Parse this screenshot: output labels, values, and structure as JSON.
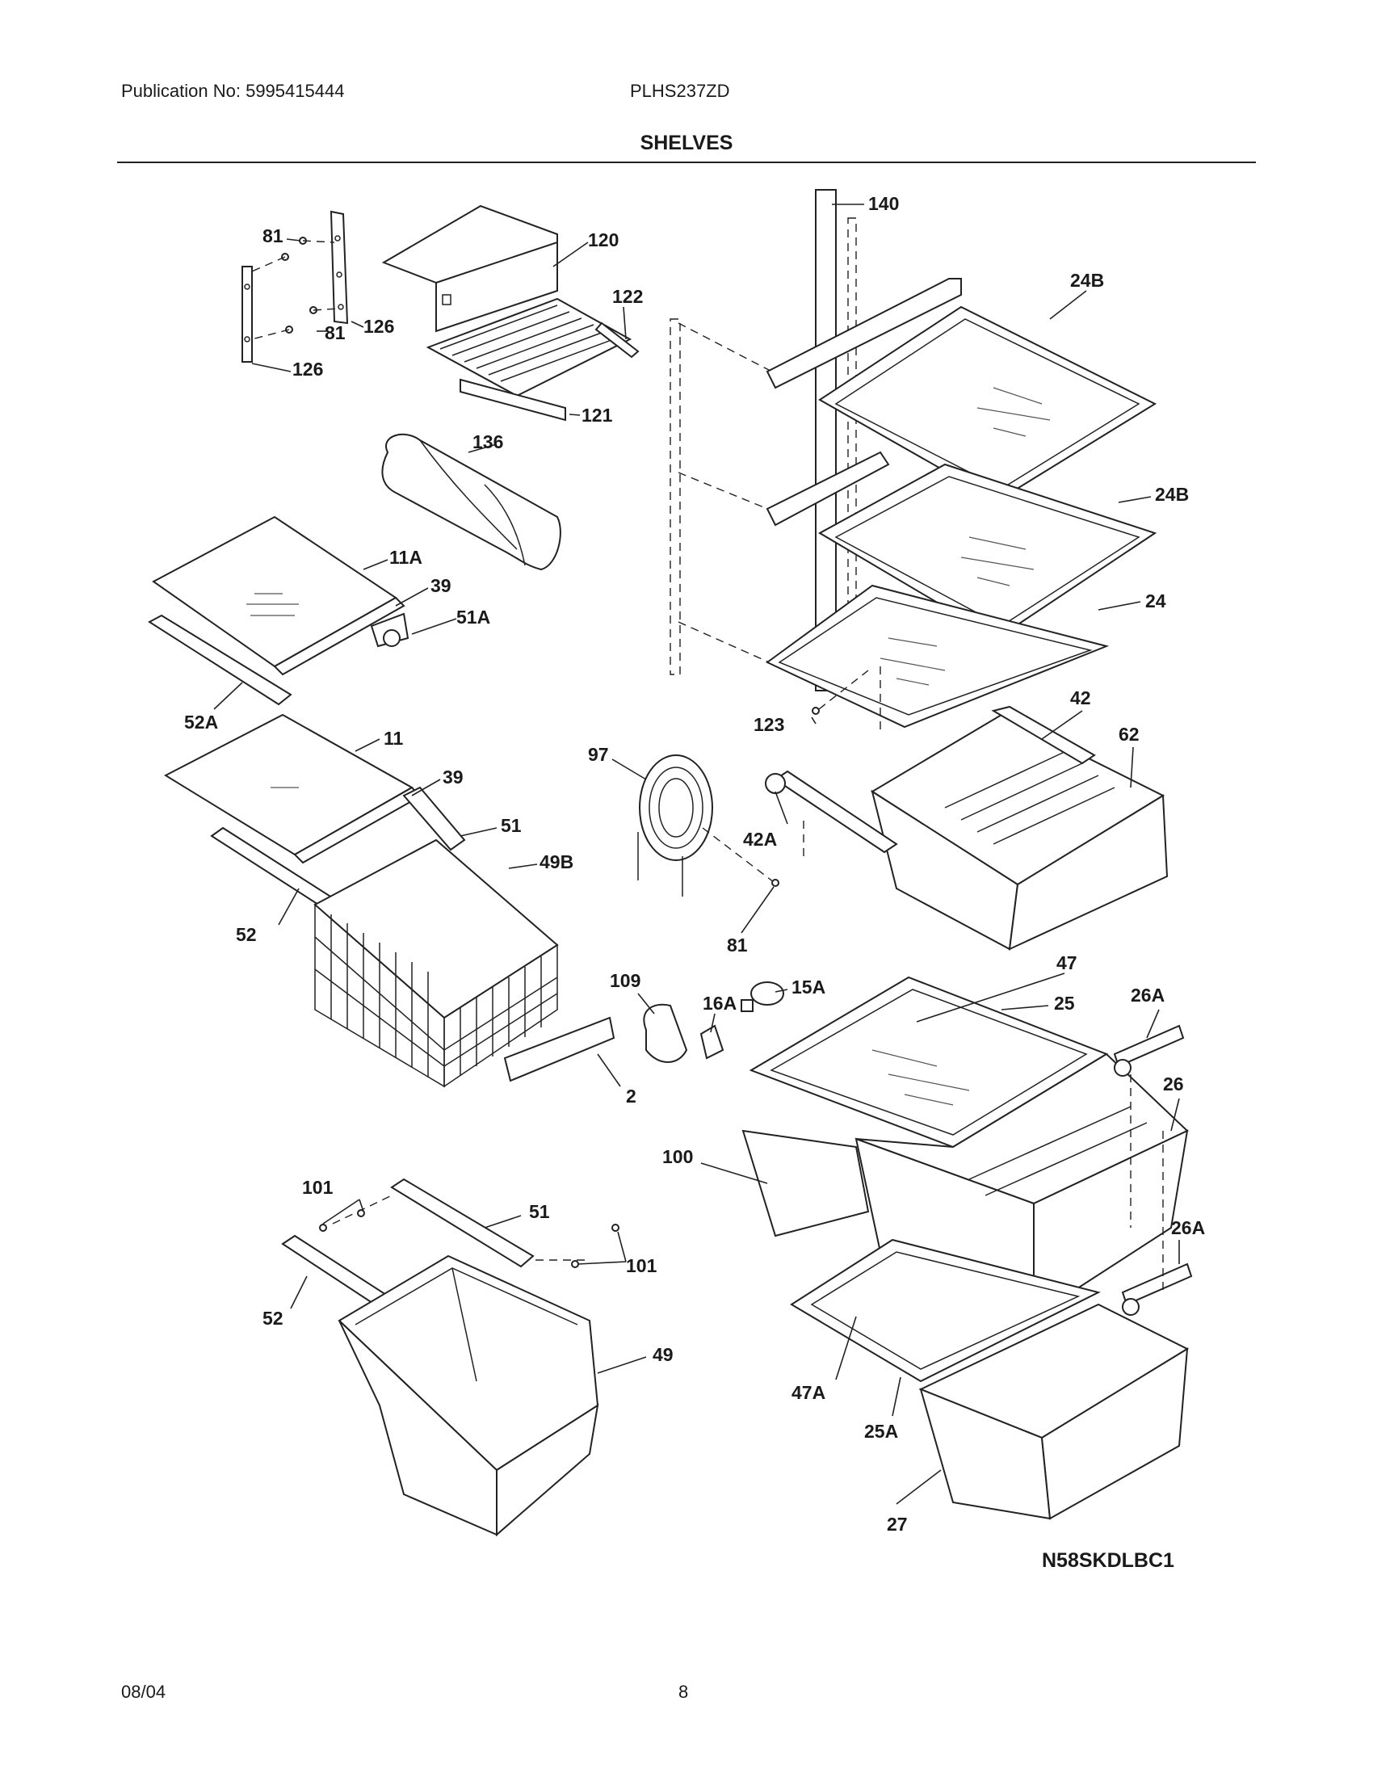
{
  "header": {
    "publication": "Publication No: 5995415444",
    "model": "PLHS237ZD",
    "title": "SHELVES"
  },
  "footer": {
    "date": "08/04",
    "page": "8",
    "diagram_code": "N58SKDLBC1"
  },
  "callouts": [
    {
      "id": "c81a",
      "label": "81"
    },
    {
      "id": "c81b",
      "label": "81"
    },
    {
      "id": "c126a",
      "label": "126"
    },
    {
      "id": "c126b",
      "label": "126"
    },
    {
      "id": "c120",
      "label": "120"
    },
    {
      "id": "c122",
      "label": "122"
    },
    {
      "id": "c121",
      "label": "121"
    },
    {
      "id": "c136",
      "label": "136"
    },
    {
      "id": "c11A",
      "label": "11A"
    },
    {
      "id": "c39a",
      "label": "39"
    },
    {
      "id": "c51A",
      "label": "51A"
    },
    {
      "id": "c52A",
      "label": "52A"
    },
    {
      "id": "c11",
      "label": "11"
    },
    {
      "id": "c39b",
      "label": "39"
    },
    {
      "id": "c51a",
      "label": "51"
    },
    {
      "id": "c49B",
      "label": "49B"
    },
    {
      "id": "c52a",
      "label": "52"
    },
    {
      "id": "c97",
      "label": "97"
    },
    {
      "id": "c81c",
      "label": "81"
    },
    {
      "id": "c109",
      "label": "109"
    },
    {
      "id": "c16A",
      "label": "16A"
    },
    {
      "id": "c15A",
      "label": "15A"
    },
    {
      "id": "c2",
      "label": "2"
    },
    {
      "id": "c140",
      "label": "140"
    },
    {
      "id": "c24Ba",
      "label": "24B"
    },
    {
      "id": "c24Bb",
      "label": "24B"
    },
    {
      "id": "c24",
      "label": "24"
    },
    {
      "id": "c123",
      "label": "123"
    },
    {
      "id": "c42",
      "label": "42"
    },
    {
      "id": "c62",
      "label": "62"
    },
    {
      "id": "c42A",
      "label": "42A"
    },
    {
      "id": "c47",
      "label": "47"
    },
    {
      "id": "c25",
      "label": "25"
    },
    {
      "id": "c26Aa",
      "label": "26A"
    },
    {
      "id": "c26",
      "label": "26"
    },
    {
      "id": "c100",
      "label": "100"
    },
    {
      "id": "c26Ab",
      "label": "26A"
    },
    {
      "id": "c101a",
      "label": "101"
    },
    {
      "id": "c51b",
      "label": "51"
    },
    {
      "id": "c101b",
      "label": "101"
    },
    {
      "id": "c52b",
      "label": "52"
    },
    {
      "id": "c49",
      "label": "49"
    },
    {
      "id": "c47A",
      "label": "47A"
    },
    {
      "id": "c25A",
      "label": "25A"
    },
    {
      "id": "c27",
      "label": "27"
    }
  ]
}
